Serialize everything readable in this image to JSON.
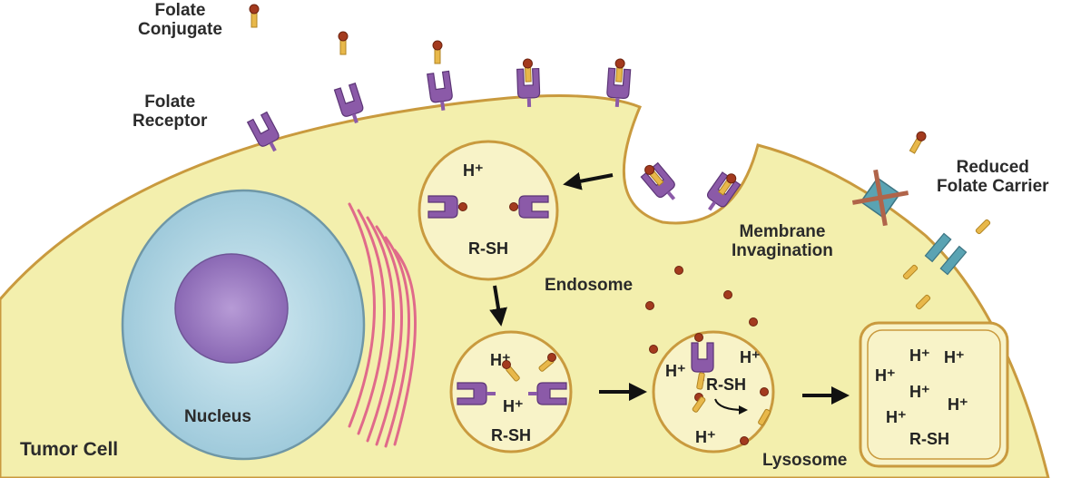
{
  "labels": {
    "folate_conjugate": "Folate\nConjugate",
    "folate_receptor": "Folate\nReceptor",
    "reduced_folate_carrier": "Reduced\nFolate Carrier",
    "membrane_invagination": "Membrane\nInvagination",
    "endosome": "Endosome",
    "lysosome": "Lysosome",
    "nucleus": "Nucleus",
    "tumor_cell": "Tumor Cell"
  },
  "vesicles": {
    "proton": "H⁺",
    "thiol": "R-SH"
  },
  "colors": {
    "cell_fill": "#f3efad",
    "cell_border": "#c99a3e",
    "nucleus_outer": "#b9dbe8",
    "nucleus_inner": "#a486c9",
    "receptor": "#8b5aa8",
    "folate_ball": "#a33a1e",
    "linker": "#e8b84a",
    "golgi": "#e06a8a",
    "carrier": "#5aa3b3"
  }
}
